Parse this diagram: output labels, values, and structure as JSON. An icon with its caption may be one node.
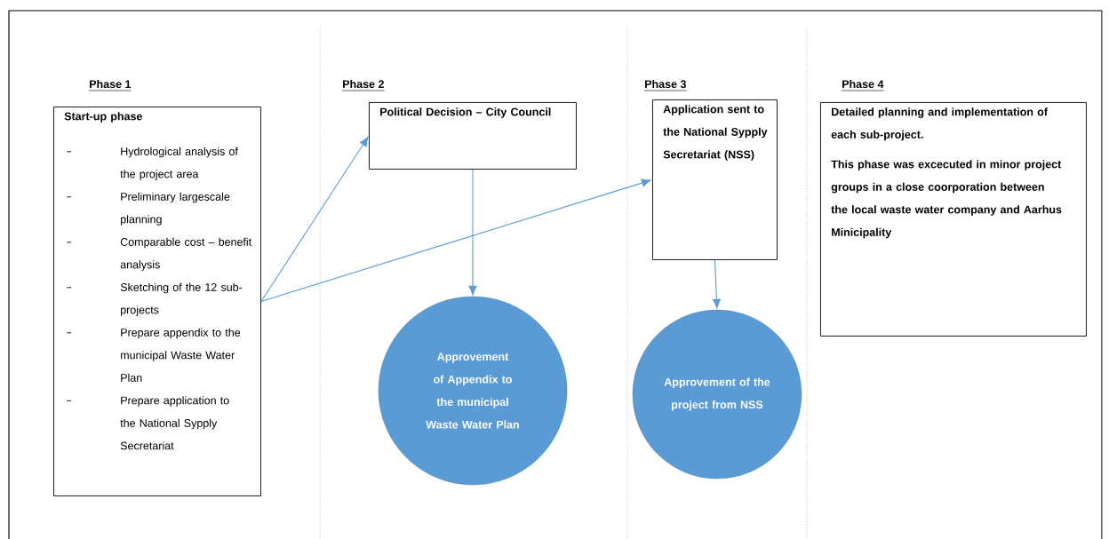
{
  "diagram": {
    "nodes": [
      {
        "text": [
          "Start-up phase",
          "Hydrological analysis of the project area",
          "Preliminary largescale planning",
          "Comparable cost – benefit analysis",
          "Sketching of the 12 sub-projects",
          "Prepare appendix to the municipal Waste Water Plan",
          "Prepare application to the National Sypply Secretariat"
        ]
      },
      {
        "text": [
          "Political Decision – City Council"
        ]
      },
      {
        "text": [
          "Application sent to the National Sypply Secretariat (NSS)"
        ]
      },
      {
        "text": [
          "Detailed planning and implementation of each sub-project.",
          "This phase was excecuted in minor project groups in a close coorporation between the local waste water company and Aarhus Minicipality"
        ]
      },
      {
        "text": [
          "Approvement of Appendix to the municipal Waste Water Plan"
        ]
      },
      {
        "text": [
          "Approvement of the project from NSS"
        ]
      }
    ],
    "edges": [
      {
        "from": 0,
        "to": 1,
        "arrow": "to"
      },
      {
        "from": 0,
        "to": 2,
        "arrow": "to"
      },
      {
        "from": 1,
        "to": 4,
        "arrow": "to"
      },
      {
        "from": 2,
        "to": 5,
        "arrow": "to"
      }
    ],
    "labels": [
      "Phase 1",
      "Phase 2",
      "Phase 3",
      "Phase 4"
    ]
  }
}
